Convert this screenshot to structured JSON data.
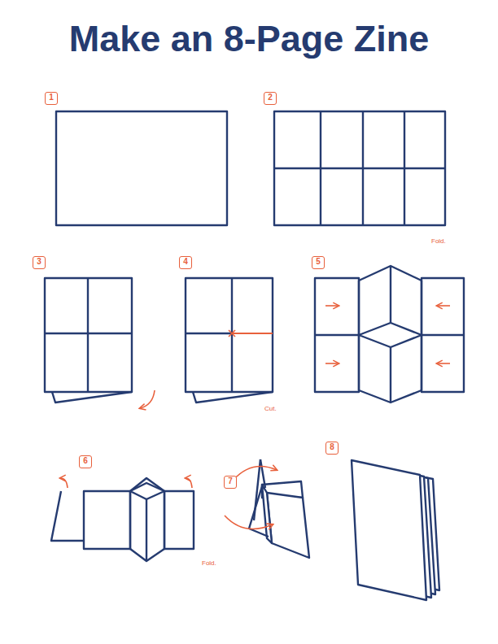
{
  "diagram": {
    "title": "Make an 8-Page Zine",
    "nodes": [
      {
        "text": [
          "1"
        ]
      },
      {
        "text": [
          "2"
        ]
      },
      {
        "text": [
          "3"
        ]
      },
      {
        "text": [
          "4"
        ]
      },
      {
        "text": [
          "5"
        ]
      },
      {
        "text": [
          "6"
        ]
      },
      {
        "text": [
          "7"
        ]
      },
      {
        "text": [
          "8"
        ]
      }
    ],
    "labels": [
      "Fold.",
      "Cut.",
      "Fold."
    ]
  }
}
